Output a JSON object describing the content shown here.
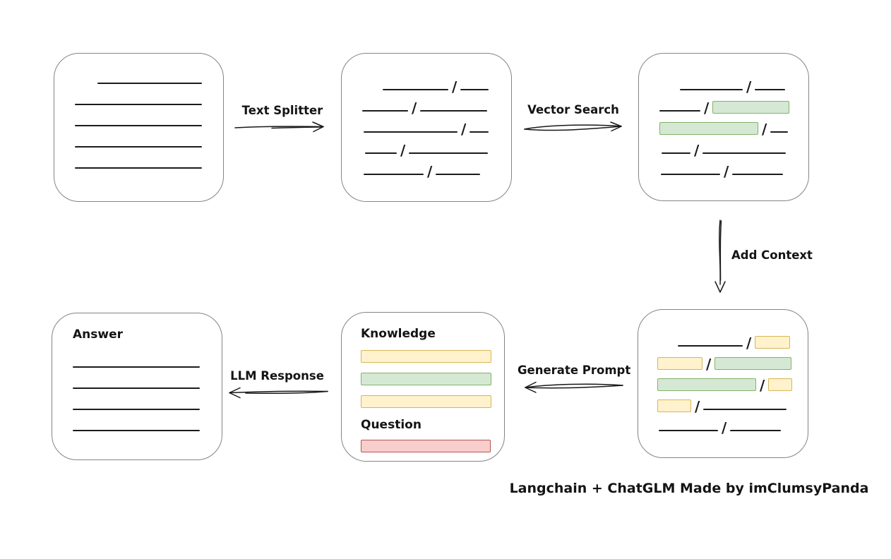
{
  "caption": "Langchain + ChatGLM Made by imClumsyPanda",
  "slash_char": "/",
  "colors": {
    "green_fill": "#d5e8d4",
    "green_border": "#82b366",
    "yellow_fill": "#fff2cc",
    "yellow_border": "#d6b656",
    "red_fill": "#f8cecc",
    "red_border": "#b85450",
    "line": "#1b1b1b",
    "box_border": "#848484"
  },
  "arrows": {
    "text_splitter": {
      "label": "Text Splitter",
      "direction": "right"
    },
    "vector_search": {
      "label": "Vector Search",
      "direction": "right"
    },
    "add_context": {
      "label": "Add Context",
      "direction": "down"
    },
    "generate_prompt": {
      "label": "Generate Prompt",
      "direction": "left"
    },
    "llm_response": {
      "label": "LLM Response",
      "direction": "left"
    }
  },
  "boxes": {
    "source_document": {
      "rows": [
        [
          {
            "t": "line",
            "w": 148,
            "ind": 32
          }
        ],
        [
          {
            "t": "line",
            "w": 180
          }
        ],
        [
          {
            "t": "line",
            "w": 180
          }
        ],
        [
          {
            "t": "line",
            "w": 180
          }
        ],
        [
          {
            "t": "line",
            "w": 180
          }
        ]
      ]
    },
    "split_text": {
      "rows": [
        [
          {
            "t": "line",
            "w": 93,
            "ind": 29
          },
          {
            "t": "slash"
          },
          {
            "t": "line",
            "w": 40
          }
        ],
        [
          {
            "t": "line",
            "w": 65
          },
          {
            "t": "slash"
          },
          {
            "t": "line",
            "w": 95
          }
        ],
        [
          {
            "t": "line",
            "w": 133,
            "ind": 2
          },
          {
            "t": "slash"
          },
          {
            "t": "line",
            "w": 27
          }
        ],
        [
          {
            "t": "line",
            "w": 45,
            "ind": 4
          },
          {
            "t": "slash"
          },
          {
            "t": "line",
            "w": 112
          }
        ],
        [
          {
            "t": "line",
            "w": 85,
            "ind": 2
          },
          {
            "t": "slash"
          },
          {
            "t": "line",
            "w": 63
          }
        ]
      ]
    },
    "vector_matched": {
      "rows": [
        [
          {
            "t": "line",
            "w": 89,
            "ind": 29
          },
          {
            "t": "slash"
          },
          {
            "t": "line",
            "w": 43
          }
        ],
        [
          {
            "t": "line",
            "w": 58
          },
          {
            "t": "slash"
          },
          {
            "t": "green",
            "w": 107
          }
        ],
        [
          {
            "t": "green",
            "w": 138
          },
          {
            "t": "slash"
          },
          {
            "t": "line",
            "w": 25
          }
        ],
        [
          {
            "t": "line",
            "w": 41,
            "ind": 3
          },
          {
            "t": "slash"
          },
          {
            "t": "line",
            "w": 118
          }
        ],
        [
          {
            "t": "line",
            "w": 84,
            "ind": 2
          },
          {
            "t": "slash"
          },
          {
            "t": "line",
            "w": 72
          }
        ]
      ]
    },
    "context_added": {
      "rows": [
        [
          {
            "t": "line",
            "w": 92,
            "ind": 29
          },
          {
            "t": "slash"
          },
          {
            "t": "yellow",
            "w": 48
          }
        ],
        [
          {
            "t": "yellow",
            "w": 62
          },
          {
            "t": "slash"
          },
          {
            "t": "green",
            "w": 107
          }
        ],
        [
          {
            "t": "green",
            "w": 138
          },
          {
            "t": "slash"
          },
          {
            "t": "yellow",
            "w": 32
          }
        ],
        [
          {
            "t": "yellow",
            "w": 46
          },
          {
            "t": "slash"
          },
          {
            "t": "line",
            "w": 118
          }
        ],
        [
          {
            "t": "line",
            "w": 84,
            "ind": 2
          },
          {
            "t": "slash"
          },
          {
            "t": "line",
            "w": 72
          }
        ]
      ]
    },
    "prompt": {
      "knowledge_label": "Knowledge",
      "knowledge_bars": [
        {
          "t": "yellow",
          "w": 183
        },
        {
          "t": "green",
          "w": 183
        },
        {
          "t": "yellow",
          "w": 183
        }
      ],
      "question_label": "Question",
      "question_bars": [
        {
          "t": "red",
          "w": 182
        }
      ]
    },
    "answer": {
      "label": "Answer",
      "rows": [
        [
          {
            "t": "line",
            "w": 180
          }
        ],
        [
          {
            "t": "line",
            "w": 180
          }
        ],
        [
          {
            "t": "line",
            "w": 180
          }
        ],
        [
          {
            "t": "line",
            "w": 180
          }
        ]
      ]
    }
  }
}
